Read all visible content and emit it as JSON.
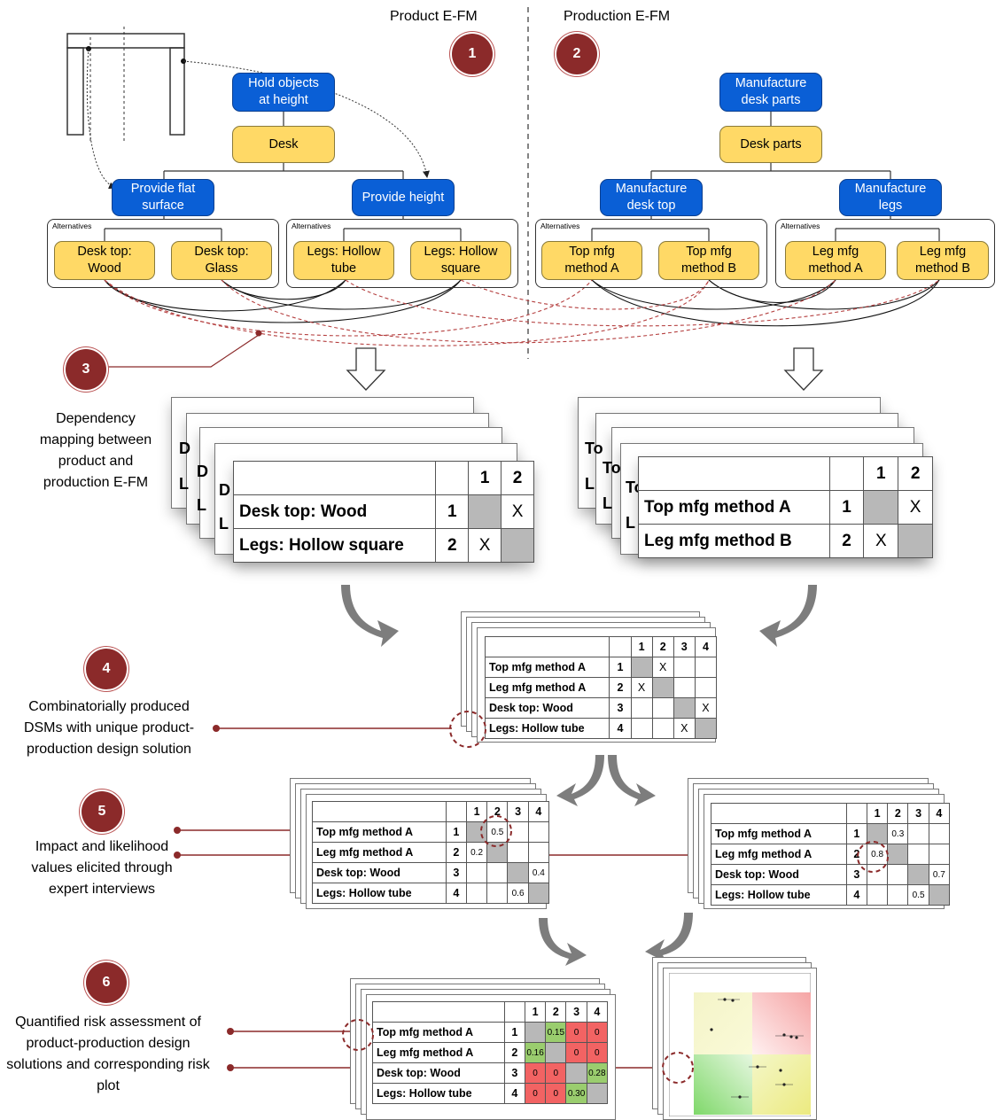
{
  "headers": {
    "product": "Product E-FM",
    "production": "Production E-FM"
  },
  "steps": [
    {
      "num": "1"
    },
    {
      "num": "2"
    },
    {
      "num": "3",
      "text": "Dependency mapping between product and production E-FM"
    },
    {
      "num": "4",
      "text": "Combinatorially produced DSMs with unique product-production design solution"
    },
    {
      "num": "5",
      "text": "Impact and likelihood values elicited through expert interviews"
    },
    {
      "num": "6",
      "text": "Quantified risk assessment of product-production design solutions and corresponding risk plot"
    }
  ],
  "product_tree": {
    "function": "Hold objects at height",
    "root": "Desk",
    "sub_functions": [
      "Provide flat surface",
      "Provide height"
    ],
    "alternatives_label": "Alternatives",
    "alts_left": [
      "Desk top: Wood",
      "Desk top: Glass"
    ],
    "alts_right": [
      "Legs: Hollow tube",
      "Legs: Hollow square"
    ]
  },
  "production_tree": {
    "function": "Manufacture desk parts",
    "root": "Desk parts",
    "sub_functions": [
      "Manufacture desk top",
      "Manufacture legs"
    ],
    "alternatives_label": "Alternatives",
    "alts_left": [
      "Top mfg method A",
      "Top mfg method B"
    ],
    "alts_right": [
      "Leg mfg method A",
      "Leg mfg method B"
    ]
  },
  "dsm_product": {
    "cols": [
      "1",
      "2"
    ],
    "rows": [
      {
        "label": "Desk top: Wood",
        "num": "1",
        "cells": [
          "",
          "X"
        ]
      },
      {
        "label": "Legs: Hollow square",
        "num": "2",
        "cells": [
          "X",
          ""
        ]
      }
    ],
    "back_peeks": [
      "D",
      "D",
      "L",
      "D",
      "L",
      "L"
    ]
  },
  "dsm_production": {
    "cols": [
      "1",
      "2"
    ],
    "rows": [
      {
        "label": "Top mfg method A",
        "num": "1",
        "cells": [
          "",
          "X"
        ]
      },
      {
        "label": "Leg mfg method B",
        "num": "2",
        "cells": [
          "X",
          ""
        ]
      }
    ],
    "back_peeks": [
      "To",
      "To",
      "L",
      "To",
      "L",
      "L"
    ]
  },
  "dsm_combined": {
    "cols": [
      "1",
      "2",
      "3",
      "4"
    ],
    "rows": [
      {
        "label": "Top mfg method A",
        "num": "1",
        "cells": [
          "",
          "X",
          "",
          ""
        ]
      },
      {
        "label": "Leg mfg method A",
        "num": "2",
        "cells": [
          "X",
          "",
          "",
          ""
        ]
      },
      {
        "label": "Desk top: Wood",
        "num": "3",
        "cells": [
          "",
          "",
          "",
          "X"
        ]
      },
      {
        "label": "Legs: Hollow tube",
        "num": "4",
        "cells": [
          "",
          "",
          "X",
          ""
        ]
      }
    ]
  },
  "dsm_impact": {
    "cols": [
      "1",
      "2",
      "3",
      "4"
    ],
    "rows": [
      {
        "label": "Top mfg method A",
        "num": "1",
        "cells": [
          "",
          "0.5",
          "",
          ""
        ]
      },
      {
        "label": "Leg mfg method A",
        "num": "2",
        "cells": [
          "0.2",
          "",
          "",
          ""
        ]
      },
      {
        "label": "Desk top: Wood",
        "num": "3",
        "cells": [
          "",
          "",
          "",
          "0.4"
        ]
      },
      {
        "label": "Legs: Hollow tube",
        "num": "4",
        "cells": [
          "",
          "",
          "0.6",
          ""
        ]
      }
    ]
  },
  "dsm_likelihood": {
    "cols": [
      "1",
      "2",
      "3",
      "4"
    ],
    "rows": [
      {
        "label": "Top mfg method A",
        "num": "1",
        "cells": [
          "",
          "0.3",
          "",
          ""
        ]
      },
      {
        "label": "Leg mfg method A",
        "num": "2",
        "cells": [
          "0.8",
          "",
          "",
          ""
        ]
      },
      {
        "label": "Desk top: Wood",
        "num": "3",
        "cells": [
          "",
          "",
          "",
          "0.7"
        ]
      },
      {
        "label": "Legs: Hollow tube",
        "num": "4",
        "cells": [
          "",
          "",
          "0.5",
          ""
        ]
      }
    ]
  },
  "dsm_risk": {
    "cols": [
      "1",
      "2",
      "3",
      "4"
    ],
    "rows": [
      {
        "label": "Top mfg method A",
        "num": "1",
        "cells": [
          "",
          "0.15",
          "0",
          "0"
        ],
        "colors": [
          "gray",
          "green",
          "red",
          "red"
        ]
      },
      {
        "label": "Leg mfg method A",
        "num": "2",
        "cells": [
          "0.16",
          "",
          "0",
          "0"
        ],
        "colors": [
          "green",
          "gray",
          "red",
          "red"
        ]
      },
      {
        "label": "Desk top: Wood",
        "num": "3",
        "cells": [
          "0",
          "0",
          "",
          "0.28"
        ],
        "colors": [
          "red",
          "red",
          "gray",
          "green"
        ]
      },
      {
        "label": "Legs: Hollow tube",
        "num": "4",
        "cells": [
          "0",
          "0",
          "0.30",
          ""
        ],
        "colors": [
          "red",
          "red",
          "green",
          "gray"
        ]
      }
    ]
  },
  "colors": {
    "blue": "#0a5fd6",
    "yellow": "#ffd966",
    "step_circle": "#8b2a2a",
    "risk_red": "#f26363",
    "risk_green": "#9acd6e",
    "cell_gray": "#b8b8b8"
  }
}
